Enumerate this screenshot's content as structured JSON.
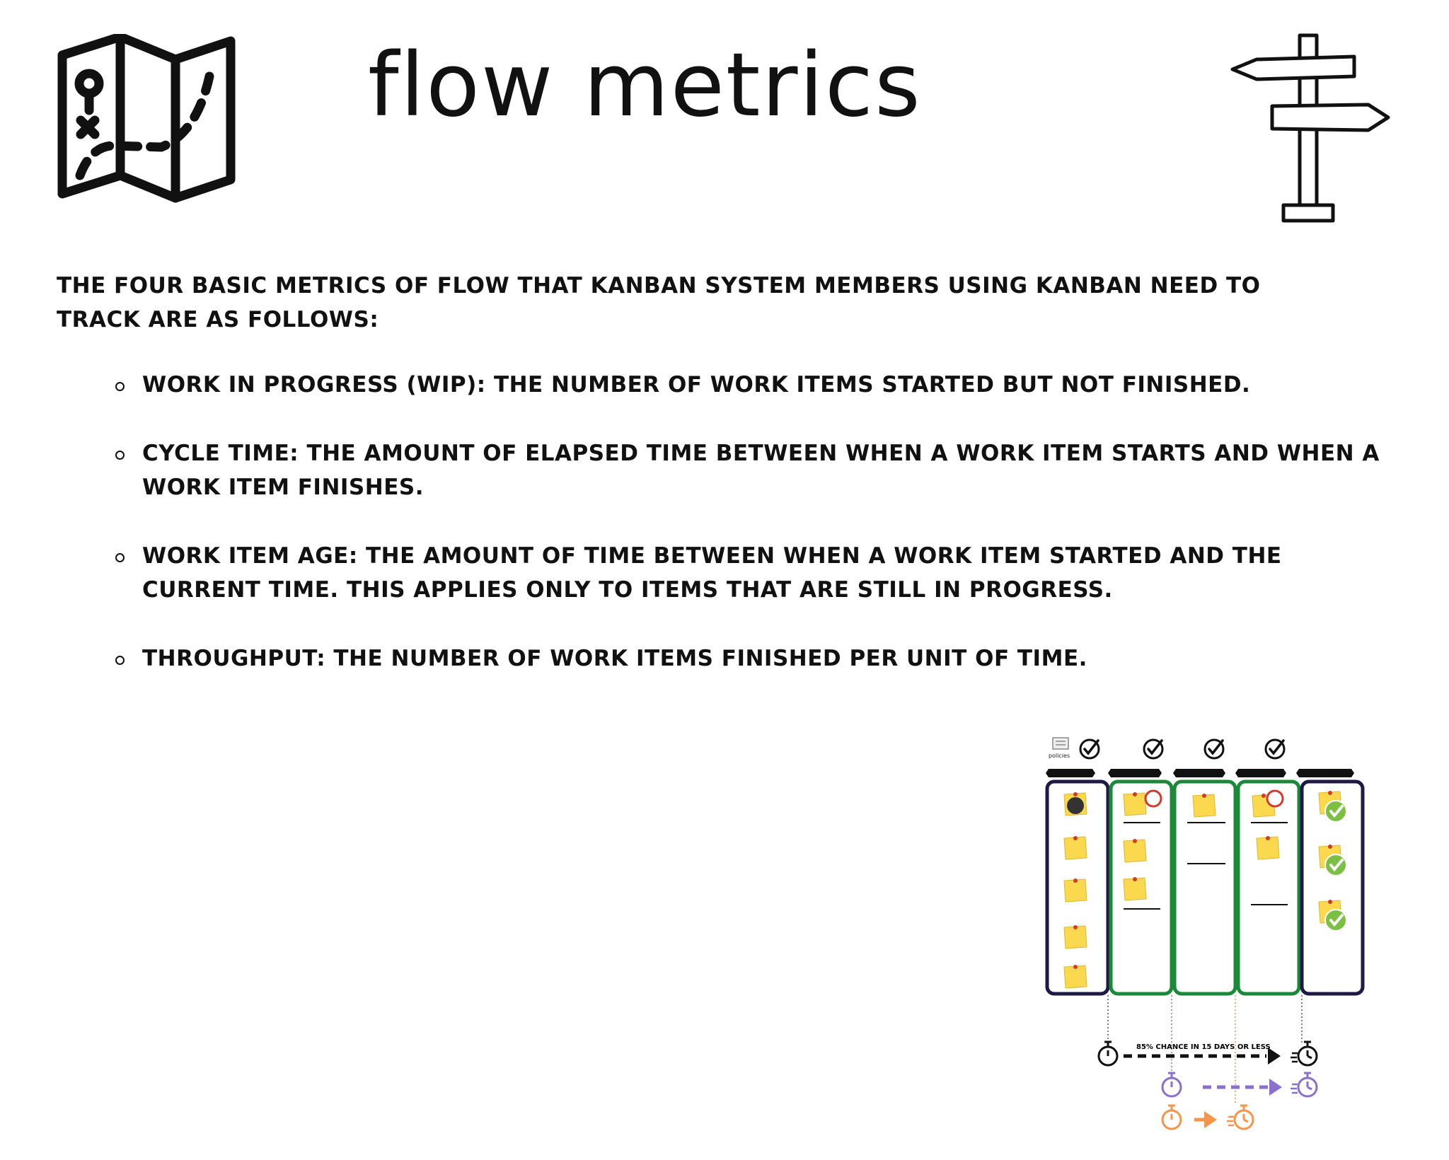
{
  "header": {
    "title": "flow metrics",
    "left_icon": "map-icon",
    "right_icon": "signpost-icon"
  },
  "intro": "The four basic metrics of flow that Kanban system members using Kanban need to track are as follows:",
  "metrics": [
    {
      "text": "Work in progress (WIP): The number of work items started but not finished."
    },
    {
      "text": "Cycle Time: The amount of elapsed time between when a work item starts and when a work item finishes."
    },
    {
      "text": "Work Item Age: The amount of time between when a work item started and the current time. This applies only to items that are still in progress."
    },
    {
      "text": "Throughput: The number of work items finished per unit of time."
    }
  ],
  "illustration": {
    "policies_label": "policies",
    "forecast_label": "85% CHANCE IN 15 DAYS OR LESS",
    "colors": {
      "note": "#fbd94f",
      "pin": "#d33a2c",
      "done_border": "#1e1a45",
      "doing_border": "#1a8a3a",
      "purple": "#8a6fd1",
      "orange": "#f5954a",
      "check": "#7bc043"
    }
  }
}
